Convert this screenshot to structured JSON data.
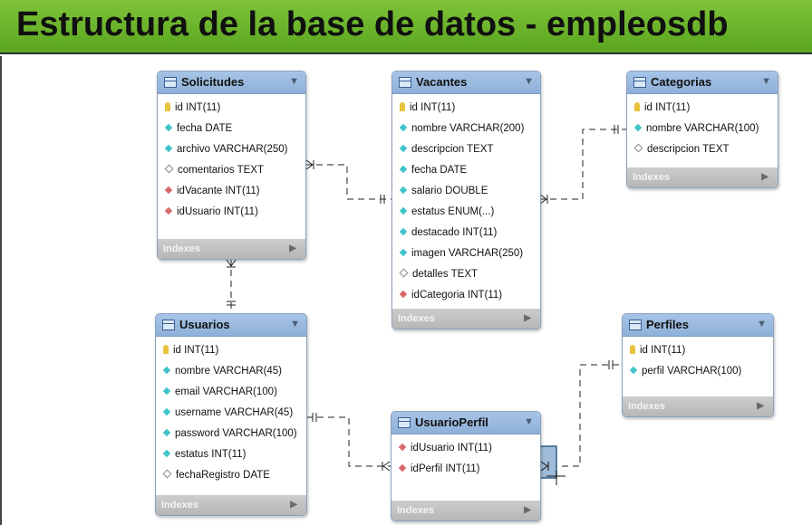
{
  "title": "Estructura de la base de datos - empleosdb",
  "indexes_label": "Indexes",
  "dropdown_glyph": "▼",
  "indexes_glyph": "▶",
  "icon_colors": {
    "key": "#e8c23a",
    "column": "#3fc4c9",
    "nullable": "#ffffff",
    "foreign_key": "#d86a6a"
  },
  "tables": {
    "solicitudes": {
      "name": "Solicitudes",
      "columns": [
        {
          "icon": "key",
          "text": "id INT(11)"
        },
        {
          "icon": "cyan",
          "text": "fecha DATE"
        },
        {
          "icon": "cyan",
          "text": "archivo VARCHAR(250)"
        },
        {
          "icon": "white",
          "text": "comentarios TEXT"
        },
        {
          "icon": "red",
          "text": "idVacante INT(11)"
        },
        {
          "icon": "red",
          "text": "idUsuario INT(11)"
        }
      ]
    },
    "vacantes": {
      "name": "Vacantes",
      "columns": [
        {
          "icon": "key",
          "text": "id INT(11)"
        },
        {
          "icon": "cyan",
          "text": "nombre VARCHAR(200)"
        },
        {
          "icon": "cyan",
          "text": "descripcion TEXT"
        },
        {
          "icon": "cyan",
          "text": "fecha DATE"
        },
        {
          "icon": "cyan",
          "text": "salario DOUBLE"
        },
        {
          "icon": "cyan",
          "text": "estatus ENUM(...)"
        },
        {
          "icon": "cyan",
          "text": "destacado INT(11)"
        },
        {
          "icon": "cyan",
          "text": "imagen VARCHAR(250)"
        },
        {
          "icon": "white",
          "text": "detalles TEXT"
        },
        {
          "icon": "red",
          "text": "idCategoria INT(11)"
        }
      ]
    },
    "categorias": {
      "name": "Categorias",
      "columns": [
        {
          "icon": "key",
          "text": "id INT(11)"
        },
        {
          "icon": "cyan",
          "text": "nombre VARCHAR(100)"
        },
        {
          "icon": "white",
          "text": "descripcion TEXT"
        }
      ]
    },
    "usuarios": {
      "name": "Usuarios",
      "columns": [
        {
          "icon": "key",
          "text": "id INT(11)"
        },
        {
          "icon": "cyan",
          "text": "nombre VARCHAR(45)"
        },
        {
          "icon": "cyan",
          "text": "email VARCHAR(100)"
        },
        {
          "icon": "cyan",
          "text": "username VARCHAR(45)"
        },
        {
          "icon": "cyan",
          "text": "password VARCHAR(100)"
        },
        {
          "icon": "cyan",
          "text": "estatus INT(11)"
        },
        {
          "icon": "white",
          "text": "fechaRegistro DATE"
        }
      ]
    },
    "perfiles": {
      "name": "Perfiles",
      "columns": [
        {
          "icon": "key",
          "text": "id INT(11)"
        },
        {
          "icon": "cyan",
          "text": "perfil VARCHAR(100)"
        }
      ]
    },
    "usuarioperfil": {
      "name": "UsuarioPerfil",
      "columns": [
        {
          "icon": "red",
          "text": "idUsuario INT(11)"
        },
        {
          "icon": "red",
          "text": "idPerfil INT(11)"
        }
      ]
    }
  }
}
